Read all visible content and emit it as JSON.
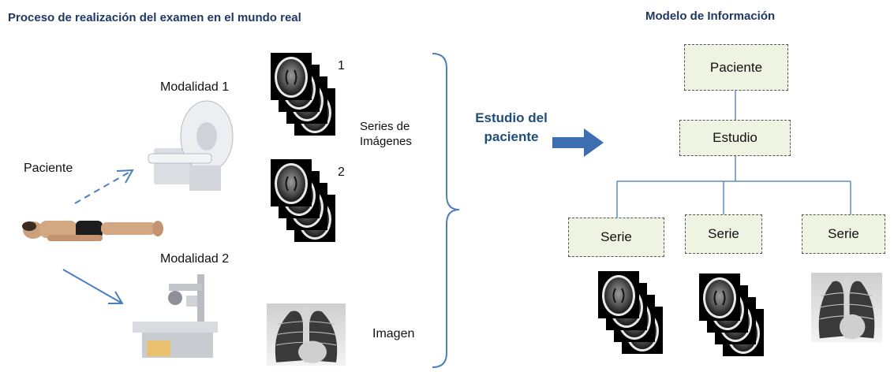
{
  "left": {
    "title": "Proceso de realización del examen en el mundo real",
    "patient_label": "Paciente",
    "modality1_label": "Modalidad 1",
    "modality2_label": "Modalidad 2",
    "series_label": "Series de Imágenes",
    "series1_number": "1",
    "series2_number": "2",
    "image_label": "Imagen"
  },
  "study_label": "Estudio del paciente",
  "right": {
    "title": "Modelo de Información",
    "patient_box": "Paciente",
    "study_box": "Estudio",
    "series_boxes": [
      "Serie",
      "Serie",
      "Serie"
    ]
  },
  "colors": {
    "title": "#1f3864",
    "arrow": "#4a7ebf",
    "box_fill": "#eef3e2",
    "connector": "#5b8cc4",
    "brace": "#4f7fb8"
  }
}
